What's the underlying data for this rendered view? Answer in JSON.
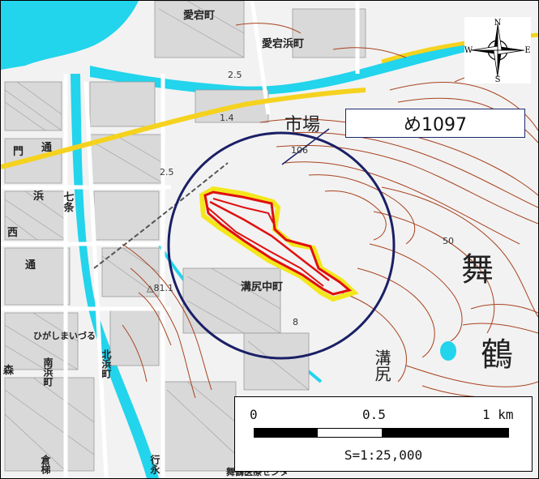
{
  "map": {
    "label_map_id": "め1097",
    "place_labels": [
      {
        "key": "atago_cho",
        "text": "愛宕町"
      },
      {
        "key": "atago_hama",
        "text": "愛宕浜町"
      },
      {
        "key": "ichiba",
        "text": "市場"
      },
      {
        "key": "mizojiri_naka",
        "text": "溝尻中町"
      },
      {
        "key": "mizojiri",
        "text": "溝尻"
      },
      {
        "key": "mai",
        "text": "舞"
      },
      {
        "key": "tsuru",
        "text": "鶴"
      },
      {
        "key": "higashimaizuru",
        "text": "ひがしまいづる"
      },
      {
        "key": "minami_hama",
        "text": "南浜町"
      },
      {
        "key": "kita_hama",
        "text": "北浜町"
      },
      {
        "key": "hama",
        "text": "浜"
      },
      {
        "key": "shichijo",
        "text": "七条"
      },
      {
        "key": "dori1",
        "text": "通"
      },
      {
        "key": "dori2",
        "text": "通"
      },
      {
        "key": "mori",
        "text": "森"
      },
      {
        "key": "kura",
        "text": "倉梯"
      },
      {
        "key": "gyoei",
        "text": "行永"
      },
      {
        "key": "kyosai",
        "text": "舞鶴医療センタ"
      },
      {
        "key": "mon",
        "text": "門"
      },
      {
        "key": "sai",
        "text": "西"
      }
    ],
    "numbers": [
      {
        "key": "elev_106",
        "text": "106"
      },
      {
        "key": "elev_81",
        "text": "△81.1"
      },
      {
        "key": "road_25a",
        "text": "2.5"
      },
      {
        "key": "road_25b",
        "text": "2.5"
      },
      {
        "key": "road_14",
        "text": "1.4"
      },
      {
        "key": "contour_50",
        "text": "50"
      },
      {
        "key": "spot_8",
        "text": "8"
      }
    ]
  },
  "compass": {
    "n": "N",
    "s": "S",
    "e": "E",
    "w": "W"
  },
  "scale": {
    "tick_0": "0",
    "tick_mid": "0.5",
    "tick_end": "1 km",
    "ratio": "S=1:25,000"
  },
  "colors": {
    "water": "#22d4ec",
    "road_yellow": "#f5d21e",
    "contour": "#a8421e",
    "zone_red": "#e01010",
    "zone_yellow": "#f3e71c",
    "circle": "#1a1f66"
  }
}
